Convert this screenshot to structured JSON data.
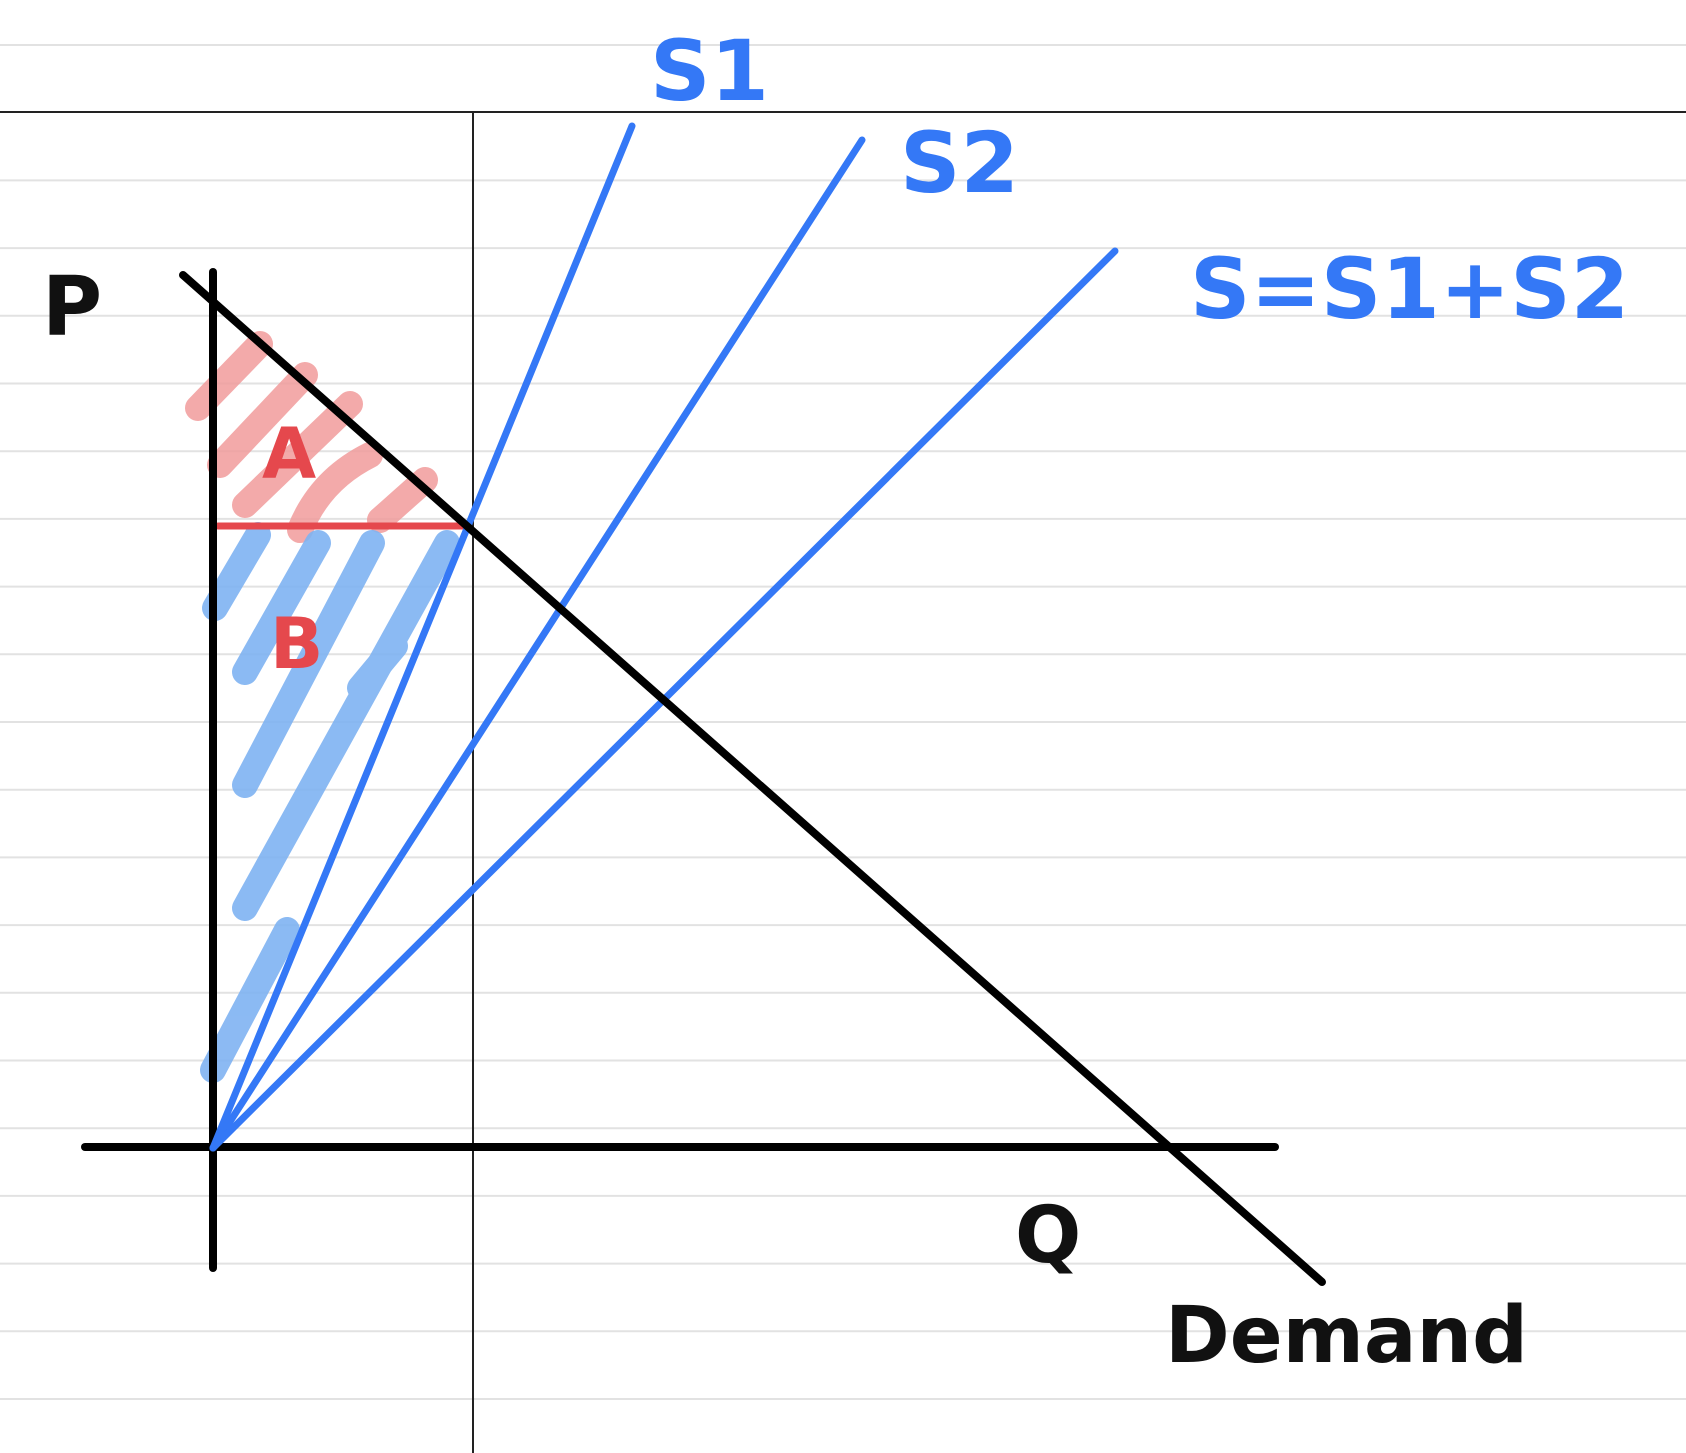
{
  "colors": {
    "paper": "#ffffff",
    "ruled_line": "#e2e2e2",
    "margin_line": "#222222",
    "axis": "#000000",
    "supply": "#3478f6",
    "demand": "#000000",
    "area_a": "#f19c9c",
    "area_b": "#7fb3f2",
    "price_line": "#e5484d"
  },
  "labels": {
    "price_axis": "P",
    "quantity_axis": "Q",
    "demand": "Demand",
    "supply_1": "S1",
    "supply_2": "S2",
    "total_supply": "S=S1+S2",
    "area_a": "A",
    "area_b": "B"
  },
  "diagram": {
    "type": "supply-demand sketch",
    "curves": [
      "S1",
      "S2",
      "S=S1+S2",
      "Demand"
    ],
    "shaded_regions": [
      "A",
      "B"
    ],
    "price_line": true
  }
}
